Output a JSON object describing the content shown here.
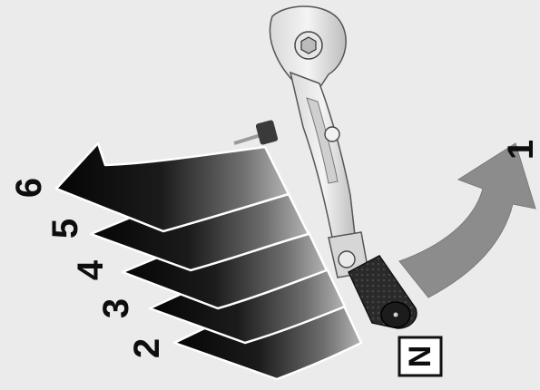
{
  "figure": {
    "gear_up_labels": [
      "6",
      "5",
      "4",
      "3",
      "2"
    ],
    "gear_down_label": "1",
    "neutral_label": "N"
  }
}
